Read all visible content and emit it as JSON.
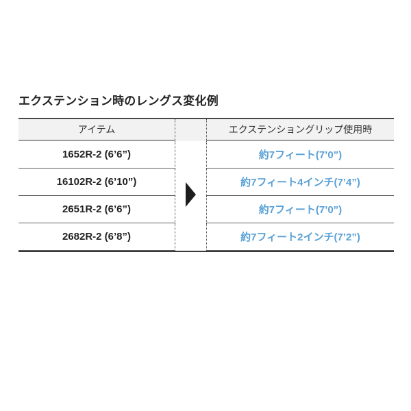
{
  "title": "エクステンション時のレングス変化例",
  "table": {
    "headers": {
      "item": "アイテム",
      "extended": "エクステンショングリップ使用時"
    },
    "rows": [
      {
        "item": "1652R-2 (6’6”)",
        "extended": "約7フィート(7’0”)"
      },
      {
        "item": "16102R-2 (6’10”)",
        "extended": "約7フィート4インチ(7’4”)"
      },
      {
        "item": "2651R-2 (6’6”)",
        "extended": "約7フィート(7’0”)"
      },
      {
        "item": "2682R-2 (6’8”)",
        "extended": "約7フィート2インチ(7’2”)"
      }
    ]
  },
  "icons": {
    "transform_arrow": "right-pointing-triangle"
  },
  "colors": {
    "accent_blue": "#58a0d6",
    "header_bg": "#f2f2f2",
    "text_dark": "#222222"
  }
}
